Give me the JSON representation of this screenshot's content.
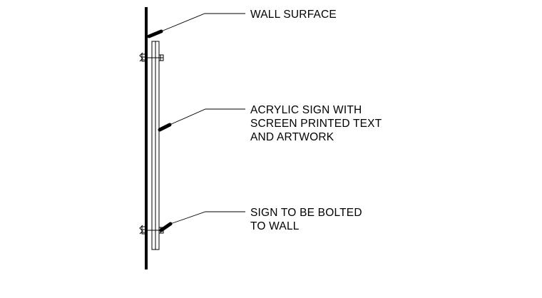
{
  "labels": {
    "wall_surface": "WALL SURFACE",
    "sign_line1": "ACRYLIC SIGN WITH",
    "sign_line2": "SCREEN PRINTED TEXT",
    "sign_line3": "AND ARTWORK",
    "bolt_line1": "SIGN TO BE BOLTED",
    "bolt_line2": "TO WALL"
  }
}
